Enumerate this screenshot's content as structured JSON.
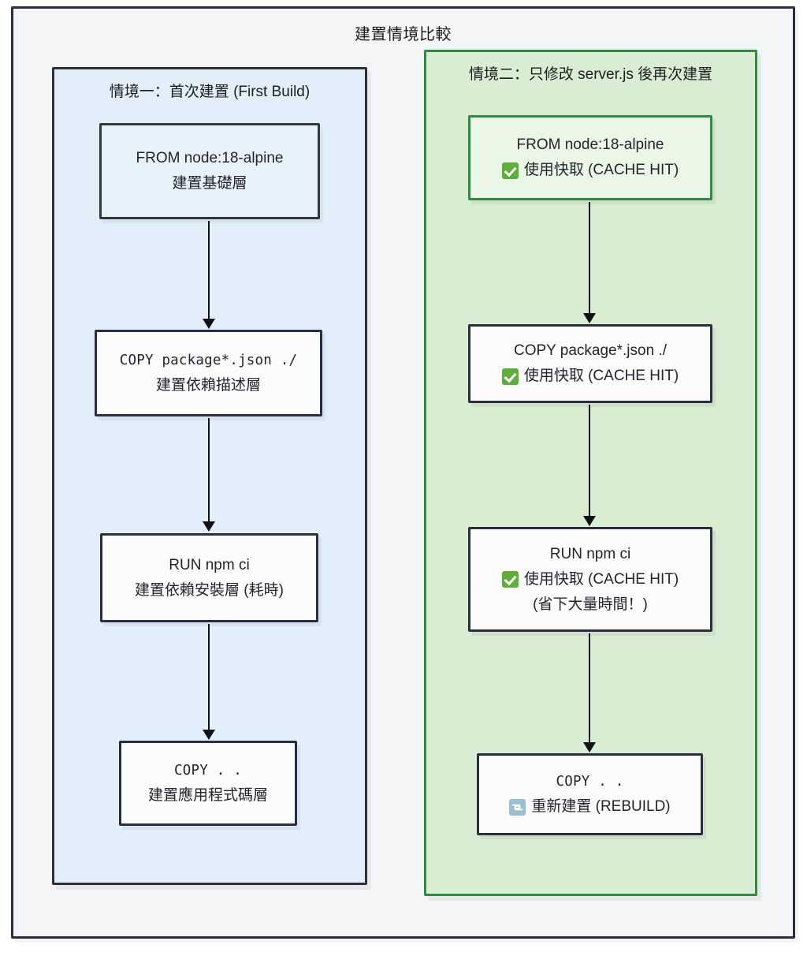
{
  "diagram": {
    "title": "建置情境比較",
    "type": "flowchart-comparison",
    "frame_border_color": "#2b2d42",
    "frame_bg_color": "#f4f5f7"
  },
  "columns": [
    {
      "id": "scenario-one",
      "title": "情境一：首次建置 (First Build)",
      "bg_color": "#e2effb",
      "border_color": "#2f3037",
      "nodes": [
        {
          "id": "l1",
          "style": "blue-tint",
          "lines": [
            {
              "text": "FROM node:18-alpine",
              "icon": null,
              "mono": false
            },
            {
              "text": "建置基礎層",
              "icon": null,
              "mono": false
            }
          ]
        },
        {
          "id": "l2",
          "style": "navy",
          "lines": [
            {
              "text": "COPY package*.json ./",
              "icon": null,
              "mono": true
            },
            {
              "text": "建置依賴描述層",
              "icon": null,
              "mono": false
            }
          ]
        },
        {
          "id": "l3",
          "style": "navy",
          "lines": [
            {
              "text": "RUN npm ci",
              "icon": null,
              "mono": false
            },
            {
              "text": "建置依賴安裝層 (耗時)",
              "icon": null,
              "mono": false
            }
          ]
        },
        {
          "id": "l4",
          "style": "navy",
          "lines": [
            {
              "text": "COPY . .",
              "icon": null,
              "mono": true
            },
            {
              "text": "建置應用程式碼層",
              "icon": null,
              "mono": false
            }
          ]
        }
      ]
    },
    {
      "id": "scenario-two",
      "title": "情境二：只修改 server.js 後再次建置",
      "bg_color": "#d9edd2",
      "border_color": "#2e8b3f",
      "nodes": [
        {
          "id": "r1",
          "style": "green",
          "lines": [
            {
              "text": "FROM node:18-alpine",
              "icon": null,
              "mono": false
            },
            {
              "text": "使用快取 (CACHE HIT)",
              "icon": "check-icon",
              "mono": false
            }
          ]
        },
        {
          "id": "r2",
          "style": "navy",
          "lines": [
            {
              "text": "COPY package*.json ./",
              "icon": null,
              "mono": false
            },
            {
              "text": "使用快取 (CACHE HIT)",
              "icon": "check-icon",
              "mono": false
            }
          ]
        },
        {
          "id": "r3",
          "style": "navy",
          "lines": [
            {
              "text": "RUN npm ci",
              "icon": null,
              "mono": false
            },
            {
              "text": "使用快取 (CACHE HIT)",
              "icon": "check-icon",
              "mono": false
            },
            {
              "text": "(省下大量時間！)",
              "icon": null,
              "mono": false
            }
          ]
        },
        {
          "id": "r4",
          "style": "navy",
          "lines": [
            {
              "text": "COPY . .",
              "icon": null,
              "mono": true
            },
            {
              "text": "重新建置 (REBUILD)",
              "icon": "rebuild-icon",
              "mono": false
            }
          ]
        }
      ]
    }
  ],
  "legend_colors": {
    "cache_hit_green": "#5fae3a",
    "rebuild_blue": "#9dbfd2",
    "arrow": "#101114"
  }
}
